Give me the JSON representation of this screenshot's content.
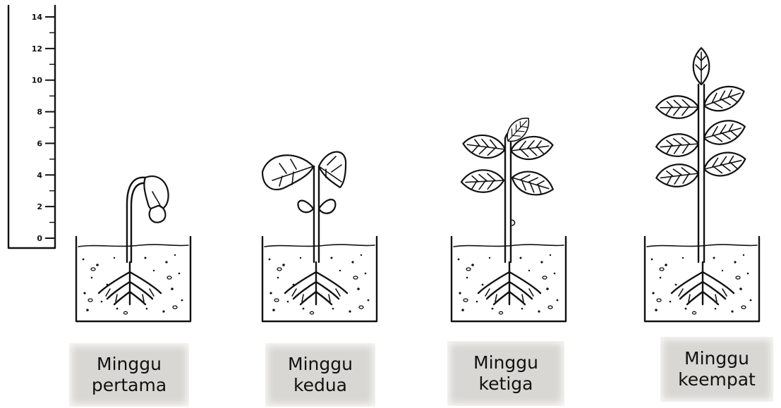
{
  "ruler": {
    "ticks": [
      "0",
      "2",
      "4",
      "6",
      "8",
      "10",
      "12",
      "14"
    ]
  },
  "stages": [
    {
      "line1": "Minggu",
      "line2": "pertama"
    },
    {
      "line1": "Minggu",
      "line2": "kedua"
    },
    {
      "line1": "Minggu",
      "line2": "ketiga"
    },
    {
      "line1": "Minggu",
      "line2": "keempat"
    }
  ]
}
